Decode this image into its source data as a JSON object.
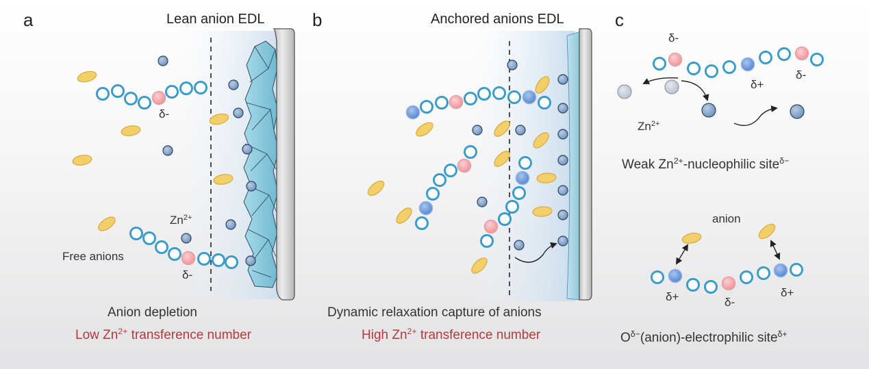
{
  "panels": {
    "a": {
      "letter": "a",
      "title": "Lean anion EDL",
      "free_anions": "Free anions",
      "zn": "Zn",
      "zn_charge": "2+",
      "delta_minus": "δ-",
      "caption": "Anion depletion",
      "result_pre": "Low Zn",
      "result_charge": "2+",
      "result_post": " transference number"
    },
    "b": {
      "letter": "b",
      "title": "Anchored anions EDL",
      "caption": "Dynamic relaxation capture of anions",
      "result_pre": "High Zn",
      "result_charge": "2+",
      "result_post": " transference number"
    },
    "c": {
      "letter": "c",
      "delta_minus": "δ-",
      "delta_plus": "δ+",
      "zn": "Zn",
      "zn_charge": "2+",
      "caption1_pre": "Weak Zn",
      "caption1_charge": "2+",
      "caption1_mid": "-nucleophilic site",
      "caption1_sup": "δ−",
      "anion": "anion",
      "caption2_pre": "O",
      "caption2_sup1": "δ−",
      "caption2_mid": "(anion)-electrophilic site",
      "caption2_sup2": "δ+"
    }
  },
  "colors": {
    "chain": "#3a9cc8",
    "neg_site": "#f29a9e",
    "pos_site": "#5a8fd8",
    "zn_ion": "#7b9cc4",
    "anion": "#f3cf6a",
    "electrode": "#dcdcdc",
    "highlight": "#b23a3a"
  }
}
